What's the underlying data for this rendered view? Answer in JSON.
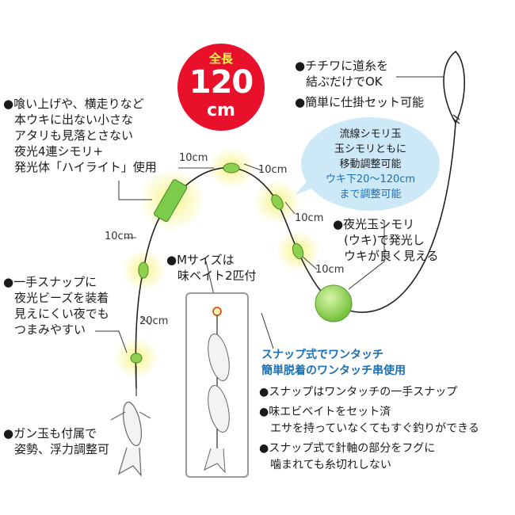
{
  "badge": {
    "line1": "全長",
    "number": "120",
    "unit": "cm"
  },
  "notes": {
    "top_left": [
      "●喰い上げや、横走りなど",
      "本ウキに出ない小さな",
      "アタリも見落とさない",
      "夜光4連シモリ+",
      "発光体「ハイライト」使用"
    ],
    "snap_left": [
      "●一手スナップに",
      "夜光ビーズを装着",
      "見えにくい夜でも",
      "つまみやすい"
    ],
    "sinker": [
      "●ガン玉も付属で",
      "姿勢、浮力調整可"
    ],
    "bait": [
      "●Mサイズは",
      "味ベイト2匹付"
    ],
    "chikuwa": [
      "●チチワに道糸を",
      "結ぶだけでOK",
      "●簡単に仕掛セット可能"
    ],
    "float": [
      "●夜光玉シモリ",
      "(ウキ)で発光し",
      "ウキが良く見える"
    ]
  },
  "bubble": {
    "lines_black": [
      "流線シモリ玉",
      "玉シモリともに",
      "移動調整可能"
    ],
    "lines_blue": [
      "ウキ下20～120cm",
      "まで調整可能"
    ]
  },
  "snap_section": {
    "heading": [
      "スナップ式でワンタッチ",
      "簡単脱着のワンタッチ串使用"
    ],
    "items": [
      "●スナップはワンタッチの一手スナップ",
      "●味エビベイトをセット済",
      "エサを持っていなくてもすぐ釣りができる",
      "●スナップ式で針軸の部分をフグに",
      "噛まれても糸切れしない"
    ]
  },
  "dimensions": [
    "10cm",
    "10cm",
    "10cm",
    "10cm",
    "10cm",
    "20cm"
  ],
  "colors": {
    "badge_red": "#e8102a",
    "badge_yellow": "#fff45a",
    "accent_blue": "#1a6fb5",
    "bubble_blue": "#cde9f8",
    "bead_green": "#8fd14f",
    "glow": "#f4f59a"
  }
}
